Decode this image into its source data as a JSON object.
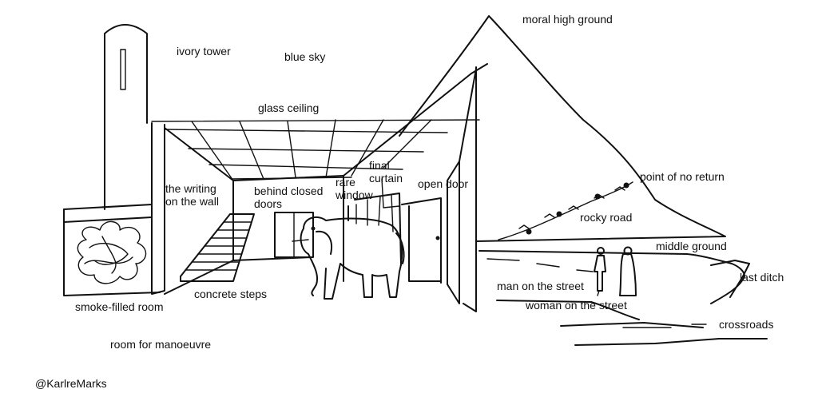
{
  "labels": {
    "moral_high_ground": "moral high ground",
    "ivory_tower": "ivory tower",
    "blue_sky": "blue sky",
    "glass_ceiling": "glass ceiling",
    "final_curtain": "final\ncurtain",
    "rare_window": "rare\nwindow",
    "writing_on_wall": "the writing\non the wall",
    "behind_closed_doors": "behind closed\ndoors",
    "open_door": "open door",
    "point_of_no_return": "point of no return",
    "rocky_road": "rocky road",
    "middle_ground": "middle ground",
    "last_ditch": "last ditch",
    "man_on_street": "man on the street",
    "woman_on_street": "woman on the street",
    "smoke_filled_room": "smoke-filled room",
    "concrete_steps": "concrete steps",
    "crossroads": "crossroads",
    "room_for_manoeuvre": "room for manoeuvre"
  },
  "credit": "@KarlreMarks"
}
